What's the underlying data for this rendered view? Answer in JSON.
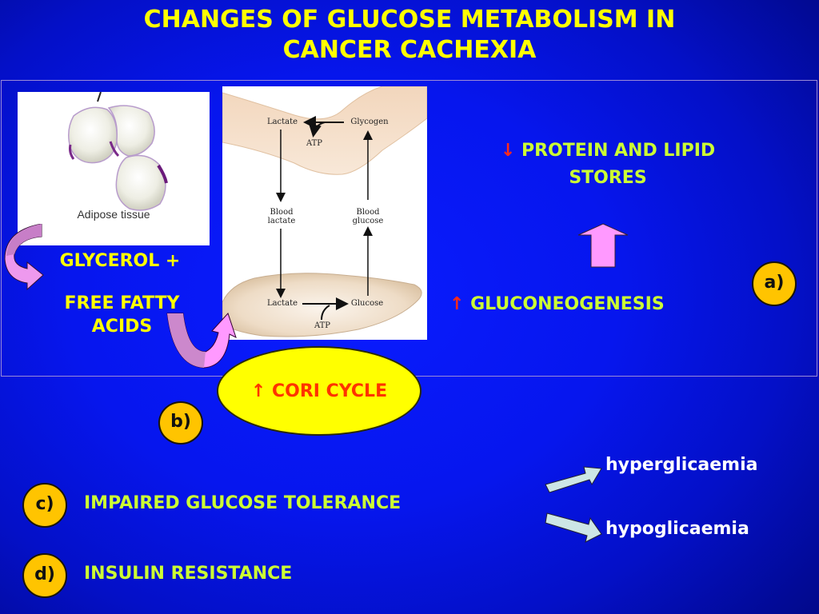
{
  "title": {
    "line1": "CHANGES OF GLUCOSE METABOLISM IN",
    "line2": "CANCER CACHEXIA"
  },
  "colors": {
    "title": "#FFFF00",
    "body_text": "#CCFF33",
    "arrow_glyph": "#FF2A1A",
    "badge": "#FFC400",
    "ellipse": "#FFFF00",
    "ellipse_text": "#FF3300",
    "curved_arrow": "#EE99EE",
    "block_arrow": "#FF99FF",
    "light_arrow": "#CCE6E6",
    "background_center": "#0A1CFF",
    "background_edge": "#01066E"
  },
  "adipose_figure": {
    "caption": "Adipose tissue"
  },
  "cori_diagram": {
    "muscle": {
      "lactate": "Lactate",
      "glycogen": "Glycogen",
      "atp": "ATP"
    },
    "blood": {
      "lactate_line1": "Blood",
      "lactate_line2": "lactate",
      "glucose_line1": "Blood",
      "glucose_line2": "glucose"
    },
    "liver": {
      "lactate": "Lactate",
      "glucose": "Glucose",
      "atp": "ATP"
    }
  },
  "left_text": {
    "glycerol": "GLYCEROL +",
    "ffa_line1": "FREE FATTY",
    "ffa_line2": "ACIDS"
  },
  "right_panel": {
    "protein_arrow": "↓",
    "protein_line1": "PROTEIN AND LIPID",
    "protein_line2": "STORES",
    "gluco_arrow": "↑",
    "gluco_label": "GLUCONEOGENESIS",
    "badge": "a)"
  },
  "cori_cycle": {
    "arrow": "↑",
    "label": "CORI CYCLE",
    "badge": "b)"
  },
  "bottom_items": [
    {
      "badge": "c)",
      "label": "IMPAIRED GLUCOSE TOLERANCE"
    },
    {
      "badge": "d)",
      "label": "INSULIN RESISTANCE"
    }
  ],
  "outcomes": {
    "up": "hyperglicaemia",
    "down": "hypoglicaemia"
  }
}
